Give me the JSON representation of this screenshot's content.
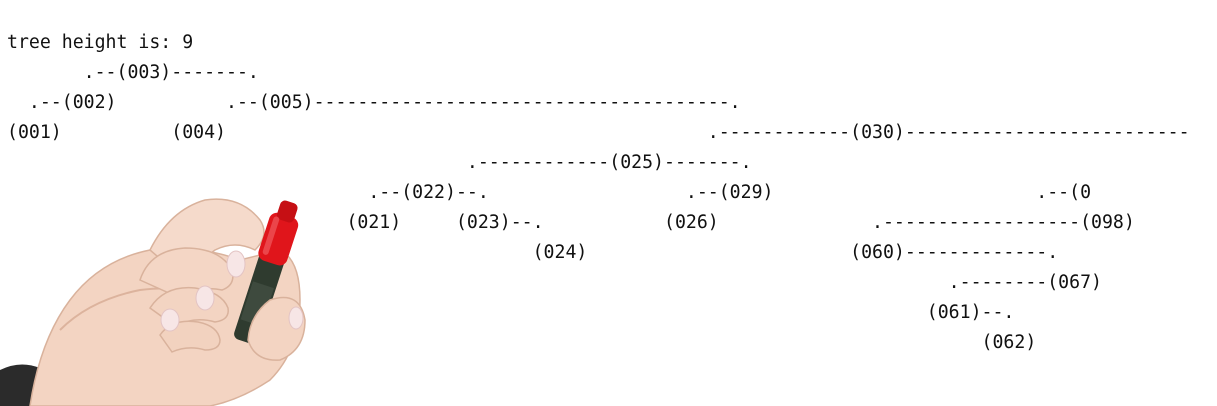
{
  "header": {
    "tree_height_text": "tree height is: 9"
  },
  "tree_lines": [
    "       .--(003)-------.",
    "  .--(002)          .--(005)--------------------------------------.",
    "(001)          (004)                                            .------------(030)--------------------------",
    "                                          .------------(025)-------.",
    "                                 .--(022)--.                  .--(029)                        .--(0",
    "                               (021)     (023)--.           (026)              .------------------(098)",
    "                                                (024)                        (060)-------------.",
    "                                                                                      .--------(067)",
    "                                                                                    (061)--.",
    "                                                                                         (062)"
  ],
  "illustration": {
    "icon": "hand-holding-red-marker-icon",
    "marker_color": "#e0151b",
    "skin_color": "#f3d4c2"
  }
}
